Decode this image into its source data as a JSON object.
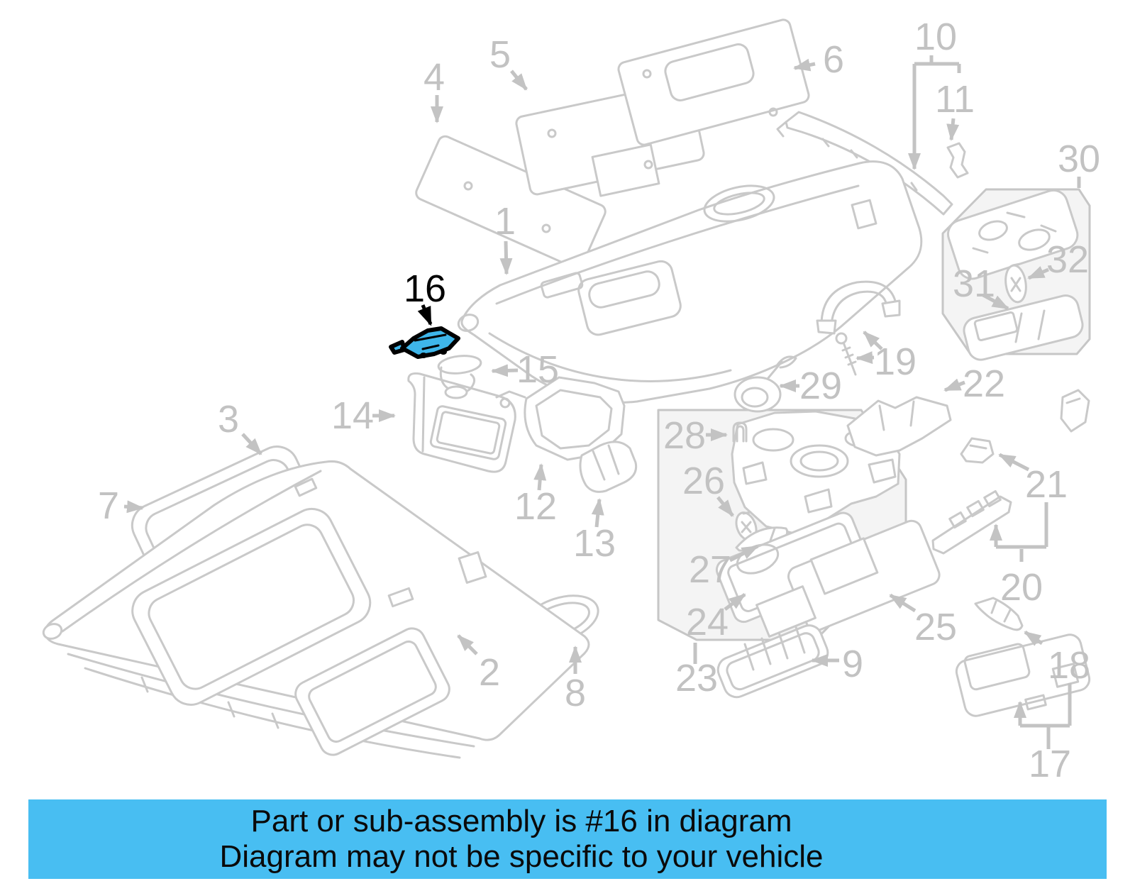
{
  "colors": {
    "banner_bg": "#48bef2",
    "banner_text": "#0a0a0a",
    "label_gray": "#c2c2c2",
    "line_gray": "#c9c9c9",
    "arrow_gray": "#c3c3c3",
    "box_fill": "#f4f4f4",
    "box_stroke": "#c6c6c6",
    "highlight_fill": "#3eb6ea",
    "highlight_outline": "#000000"
  },
  "banner": {
    "line1": "Part or sub-assembly is #16 in diagram",
    "line2": "Diagram may not be specific to your vehicle"
  },
  "highlight": {
    "part_number": "16"
  },
  "callouts": [
    {
      "label": "1"
    },
    {
      "label": "2"
    },
    {
      "label": "3"
    },
    {
      "label": "4"
    },
    {
      "label": "5"
    },
    {
      "label": "6"
    },
    {
      "label": "7"
    },
    {
      "label": "8"
    },
    {
      "label": "9"
    },
    {
      "label": "10"
    },
    {
      "label": "11"
    },
    {
      "label": "12"
    },
    {
      "label": "13"
    },
    {
      "label": "14"
    },
    {
      "label": "15"
    },
    {
      "label": "16"
    },
    {
      "label": "17"
    },
    {
      "label": "18"
    },
    {
      "label": "19"
    },
    {
      "label": "20"
    },
    {
      "label": "21"
    },
    {
      "label": "22"
    },
    {
      "label": "23"
    },
    {
      "label": "24"
    },
    {
      "label": "25"
    },
    {
      "label": "26"
    },
    {
      "label": "27"
    },
    {
      "label": "28"
    },
    {
      "label": "29"
    },
    {
      "label": "30"
    },
    {
      "label": "31"
    },
    {
      "label": "32"
    }
  ]
}
